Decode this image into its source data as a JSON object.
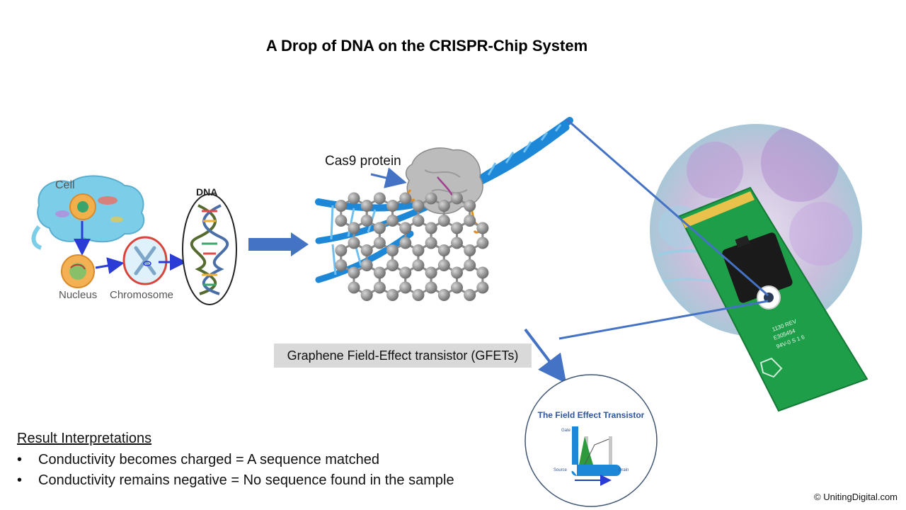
{
  "title": "A Drop of DNA on the CRISPR-Chip System",
  "labels": {
    "cell": "Cell",
    "dna": "DNA",
    "nucleus": "Nucleus",
    "chromosome": "Chromosome",
    "cas9": "Cas9 protein",
    "gfet": "Graphene  Field-Effect  transistor (GFETs)"
  },
  "fet_inset": {
    "title": "The Field Effect Transistor",
    "gate": "Gate",
    "source": "Source",
    "drain": "Drain"
  },
  "chip_text": {
    "l1": "1130 REV",
    "l2": "E305454",
    "l3": "94V-0 S 1 6"
  },
  "results": {
    "heading": "Result Interpretations",
    "bullet": "•",
    "items": [
      "Conductivity becomes charged = A sequence matched",
      "Conductivity remains negative = No sequence found in the sample"
    ]
  },
  "copyright": "© UnitingDigital.com",
  "colors": {
    "arrow_blue": "#4472c4",
    "dna_blue": "#1e88d8",
    "graphene_gray": "#8c8c8c",
    "chip_green": "#1f9e4a",
    "label_bg": "#d9d9d9"
  }
}
